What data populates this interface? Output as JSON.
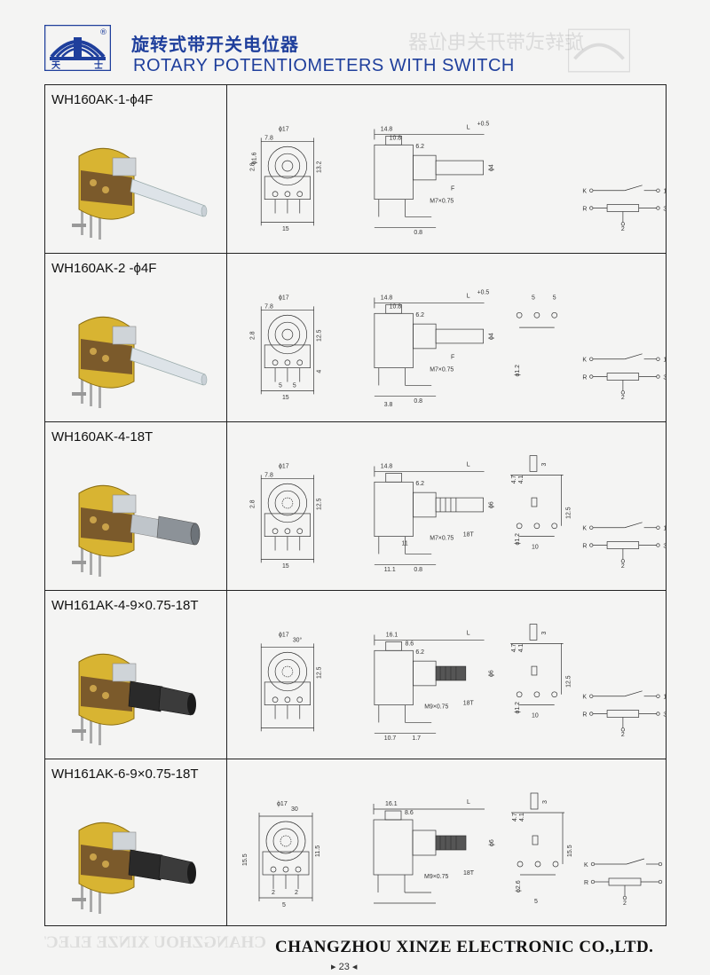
{
  "header": {
    "title_cn": "旋转式带开关电位器",
    "title_en": "ROTARY POTENTIOMETERS WITH SWITCH",
    "logo_text_left": "天",
    "logo_text_right": "士",
    "logo_registered": "®"
  },
  "rows": [
    {
      "model": "WH160AK-1-ϕ4F",
      "shaft": "plain",
      "labels": {
        "d17": "ϕ17",
        "w78": "7.8",
        "h28": "2.8",
        "d16": "ϕ1.6",
        "h132": "13.2",
        "w15": "15",
        "w148": "14.8",
        "w108": "10.8",
        "w62": "6.2",
        "L": "L",
        "tol": "+0.5",
        "d4": "ϕ4",
        "F": "F",
        "M7": "M7×0.75",
        "w08": "0.8"
      }
    },
    {
      "model": "WH160AK-2 -ϕ4F",
      "shaft": "plain",
      "labels": {
        "d17": "ϕ17",
        "w78": "7.8",
        "h28": "2.8",
        "h125": "12.5",
        "h4": "4",
        "w5a": "5",
        "w5b": "5",
        "w15": "15",
        "w148": "14.8",
        "w108": "10.8",
        "w62": "6.2",
        "L": "L",
        "tol": "+0.5",
        "d4": "ϕ4",
        "F": "F",
        "M7": "M7×0.75",
        "w08": "0.8",
        "w38": "3.8",
        "d12": "ϕ1.2",
        "p5a": "5",
        "p5b": "5"
      }
    },
    {
      "model": "WH160AK-4-18T",
      "shaft": "knurled",
      "labels": {
        "d17": "ϕ17",
        "w78": "7.8",
        "h28": "2.8",
        "h125": "12.5",
        "w15": "15",
        "w148": "14.8",
        "w62": "6.2",
        "L": "L",
        "w11": "11",
        "M7": "M7×0.75",
        "t18": "18T",
        "d6": "ϕ6",
        "w111": "11.1",
        "w08": "0.8",
        "d12": "ϕ1.2",
        "w10": "10",
        "h47": "4.7",
        "h41": "4.1",
        "h3": "3",
        "h125b": "12.5"
      }
    },
    {
      "model": "WH161AK-4-9×0.75-18T",
      "shaft": "black",
      "labels": {
        "d17": "ϕ17",
        "a30": "30°",
        "w161": "16.1",
        "w86": "8.6",
        "w62": "6.2",
        "L": "L",
        "h125": "12.5",
        "M9": "M9×0.75",
        "t18": "18T",
        "d6": "ϕ6",
        "w107": "10.7",
        "w17": "1.7",
        "d12": "ϕ1.2",
        "w10": "10",
        "h47": "4.7",
        "h41": "4.1",
        "h3": "3",
        "h125b": "12.5"
      }
    },
    {
      "model": "WH161AK-6-9×0.75-18T",
      "shaft": "black",
      "labels": {
        "d17": "ϕ17",
        "a30": "30",
        "w161": "16.1",
        "w86": "8.6",
        "L": "L",
        "h155": "15.5",
        "h115": "11.5",
        "M9": "M9×0.75",
        "t18": "18T",
        "d6": "ϕ6",
        "w2a": "2",
        "w2b": "2",
        "w5": "5",
        "d26": "ϕ2.6",
        "p5": "5",
        "h47": "4.7",
        "h41": "4.1",
        "h3": "3",
        "h155b": "15.5"
      }
    }
  ],
  "schematic": {
    "k": "K",
    "r": "R",
    "p1": "1",
    "p2": "2",
    "p3": "3"
  },
  "footer": {
    "company": "CHANGZHOU XINZE ELECTRONIC CO.,LTD.",
    "page": "▸ 23 ◂"
  },
  "colors": {
    "brand_blue": "#1f3f9c",
    "body_yellow": "#d8b432",
    "line": "#222222"
  }
}
